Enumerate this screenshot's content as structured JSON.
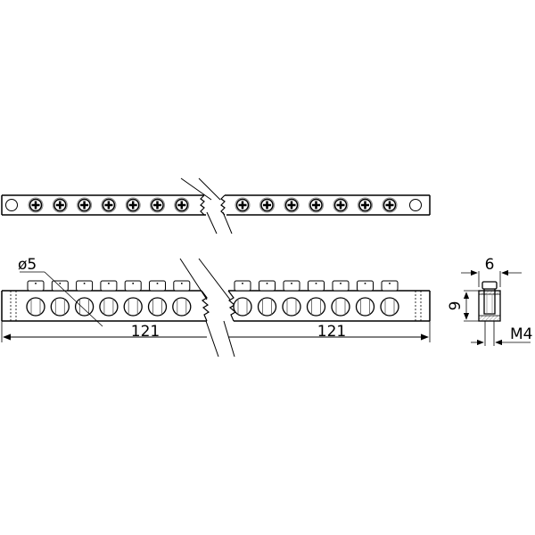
{
  "labels": {
    "hole_diameter": "ø5",
    "length_left": "121",
    "length_right": "121",
    "width": "6",
    "height": "9",
    "thread": "M4"
  },
  "terminal_count_per_side": 7
}
